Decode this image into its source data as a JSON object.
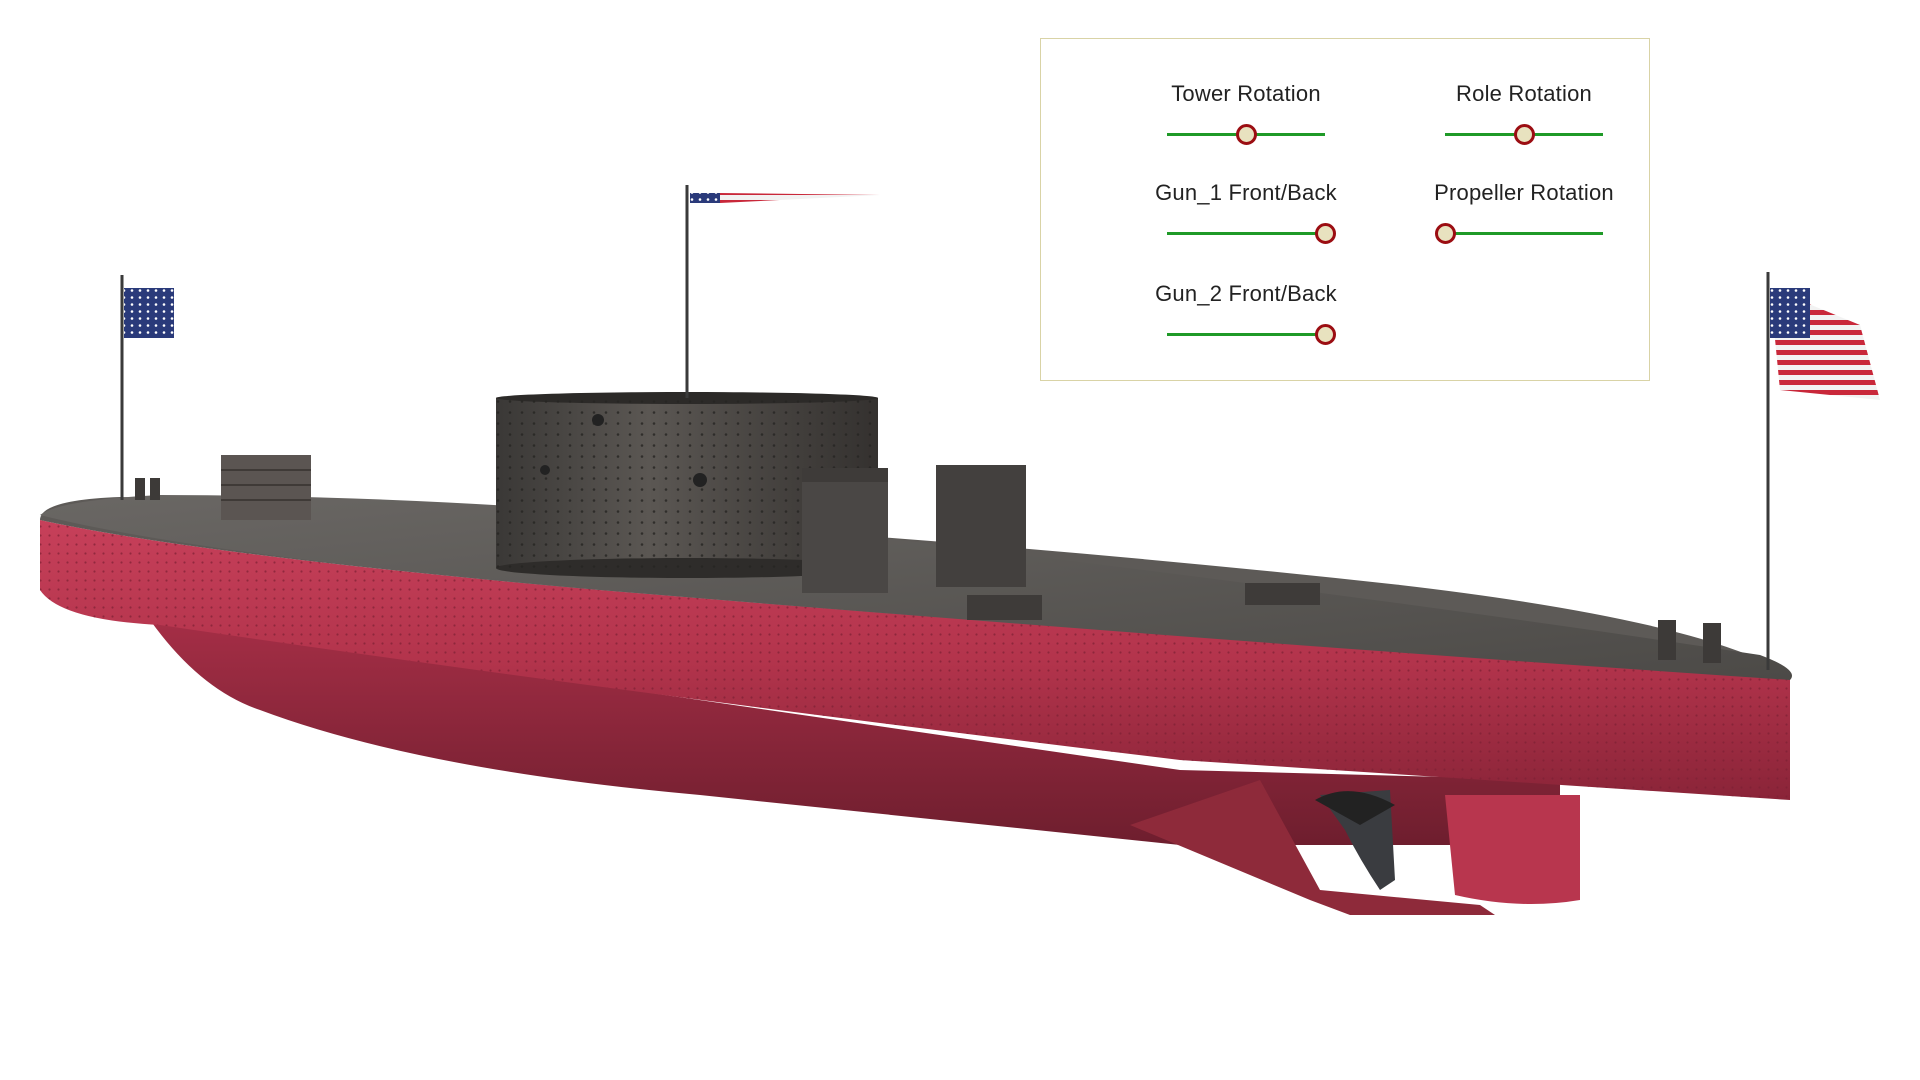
{
  "controls": [
    {
      "label": "Tower Rotation",
      "value": 0.5
    },
    {
      "label": "Role Rotation",
      "value": 0.5
    },
    {
      "label": "Gun_1 Front/Back",
      "value": 1.0
    },
    {
      "label": "Propeller Rotation",
      "value": 0.0
    },
    {
      "label": "Gun_2 Front/Back",
      "value": 1.0
    }
  ],
  "colors": {
    "track": "#1f9a28",
    "knob_ring": "#9b0d12",
    "hull_red": "#b9364c",
    "deck_gray": "#5a5754",
    "panel_border": "#d9d3a6"
  }
}
